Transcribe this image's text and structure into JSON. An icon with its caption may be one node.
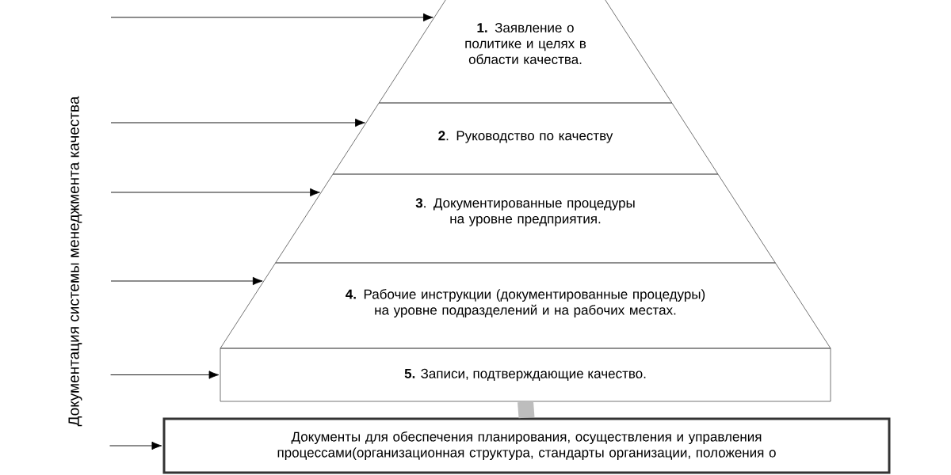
{
  "diagram": {
    "nodes": [
      {
        "text": [
          "**1.** Заявление о политике и целях в области качества."
        ]
      },
      {
        "text": [
          "**2**. Руководство по качеству"
        ]
      },
      {
        "text": [
          "**3**. Документированные процедуры на уровне предприятия."
        ]
      },
      {
        "text": [
          "**4.** Рабочие инструкции (документированные процедуры) на уровне подразделений и на  рабочих местах."
        ]
      },
      {
        "text": [
          "**5.** Записи, подтверждающие качество."
        ]
      },
      {
        "text": [
          "Документы для обеспечения планирования, осуществления и управления процессами(организационная структура, стандарты организации, положения о"
        ]
      }
    ],
    "edges": [
      {
        "from": null,
        "to": 0,
        "arrow": "to"
      },
      {
        "from": null,
        "to": 1,
        "arrow": "to"
      },
      {
        "from": null,
        "to": 2,
        "arrow": "to"
      },
      {
        "from": null,
        "to": 3,
        "arrow": "to"
      },
      {
        "from": null,
        "to": 4,
        "arrow": "to"
      },
      {
        "from": null,
        "to": 5,
        "arrow": "to"
      },
      {
        "from": 5,
        "to": 4,
        "arrow": "none",
        "style": "thick",
        "color": "#bdbdbd"
      }
    ],
    "labels": [
      "Документация системы менеджмента качества"
    ]
  }
}
